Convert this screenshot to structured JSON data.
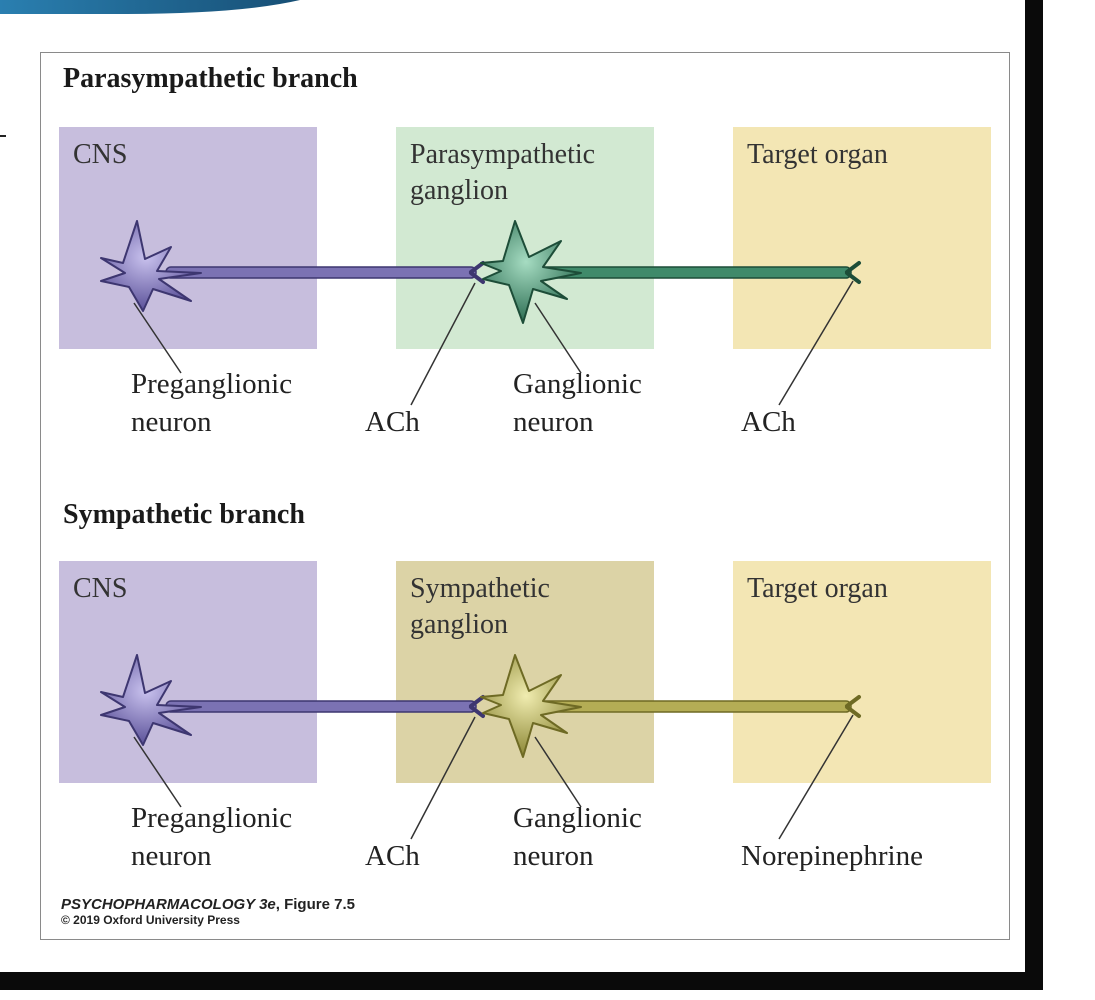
{
  "colors": {
    "cns": "#c7bedd",
    "parasympathetic_ganglion": "#d2e9d2",
    "sympathetic_ganglion": "#dcd3a6",
    "target_organ": "#f3e6b4",
    "pre_neuron": "#7b72b3",
    "para_neuron": "#3f8a6a",
    "symp_neuron": "#b4ad55"
  },
  "parasympathetic": {
    "title": "Parasympathetic branch",
    "boxes": {
      "cns": "CNS",
      "ganglion": "Parasympathetic\nganglion",
      "target": "Target organ"
    },
    "labels": {
      "preganglionic": "Preganglionic\nneuron",
      "ach1": "ACh",
      "ganglionic": "Ganglionic\nneuron",
      "transmitter": "ACh"
    }
  },
  "sympathetic": {
    "title": "Sympathetic branch",
    "boxes": {
      "cns": "CNS",
      "ganglion": "Sympathetic\nganglion",
      "target": "Target organ"
    },
    "labels": {
      "preganglionic": "Preganglionic\nneuron",
      "ach1": "ACh",
      "ganglionic": "Ganglionic\nneuron",
      "transmitter": "Norepinephrine"
    }
  },
  "credit": {
    "book": "PSYCHOPHARMACOLOGY 3e",
    "figure": ", Figure 7.5",
    "copyright": "© 2019 Oxford University Press"
  }
}
